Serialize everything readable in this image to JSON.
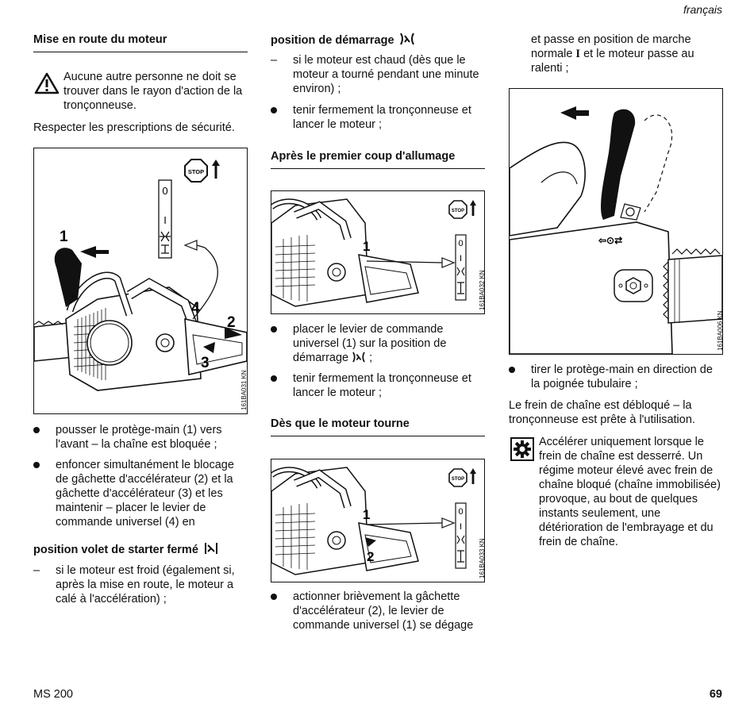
{
  "header": {
    "language": "français"
  },
  "col1": {
    "heading": "Mise en route du moteur",
    "warning": "Aucune autre personne ne doit se trouver dans le rayon d'action de la tronçonneuse.",
    "safety": "Respecter les prescriptions de sécurité.",
    "figure_code": "161BA031 KN",
    "figure_labels": [
      "1",
      "2",
      "3",
      "4"
    ],
    "lever_positions": [
      "0",
      "I"
    ],
    "stop_label": "STOP",
    "bullet1": "pousser le protège-main (1) vers l'avant – la chaîne est bloquée ;",
    "bullet2": "enfoncer simultanément le blocage de gâchette d'accélérateur (2) et la gâchette d'accélérateur (3) et les maintenir – placer le levier de commande universel (4) en",
    "subheading": "position volet de starter fermé",
    "dash1": "si le moteur est froid (également si, après la mise en route, le moteur a calé à l'accélération) ;"
  },
  "col2": {
    "subheading1": "position de démarrage",
    "dash1": "si le moteur est chaud (dès que le moteur a tourné pendant une minute environ) ;",
    "bullet1": "tenir fermement la tronçonneuse et lancer le moteur ;",
    "subheading2": "Après le premier coup d'allumage",
    "figure1_code": "161BA032 KN",
    "figure1_labels": [
      "1"
    ],
    "bullet2": "placer le levier de commande universel (1) sur la position de démarrage",
    "bullet2_end": " ;",
    "bullet3": "tenir fermement la tronçonneuse et lancer le moteur ;",
    "subheading3": "Dès que le moteur tourne",
    "figure2_code": "161BA033 KN",
    "figure2_labels": [
      "1",
      "2"
    ],
    "bullet4": "actionner brièvement la gâchette d'accélérateur (2), le levier de commande universel (1) se dégage"
  },
  "col3": {
    "intro_a": "et passe en position de marche normale",
    "intro_symbol": "I",
    "intro_b": "et le moteur passe au ralenti ;",
    "figure_code": "161BA006 KN",
    "bullet1": "tirer le protège-main en direction de la poignée tubulaire ;",
    "para": "Le frein de chaîne est débloqué – la tronçonneuse est prête à l'utilisation.",
    "note": "Accélérer uniquement lorsque le frein de chaîne est desserré. Un régime moteur élevé avec frein de chaîne bloqué (chaîne immobilisée) provoque, au bout de quelques instants seulement, une détérioration de l'embrayage et du frein de chaîne."
  },
  "footer": {
    "model": "MS 200",
    "page": "69"
  },
  "icons": [
    "warning-triangle-icon",
    "stop-sign-icon",
    "start-position-icon",
    "choke-position-icon",
    "gear-note-icon"
  ]
}
